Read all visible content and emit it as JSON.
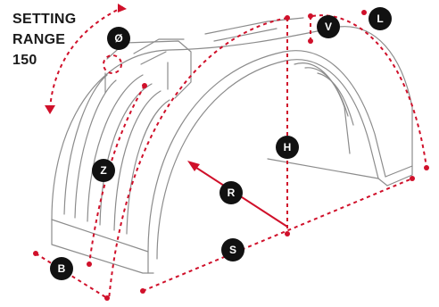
{
  "setting_range": {
    "line1": "SETTING",
    "line2": "RANGE",
    "line3": "150"
  },
  "labels": {
    "diameter": "Ø",
    "v": "V",
    "l": "L",
    "h": "H",
    "z": "Z",
    "r": "R",
    "s": "S",
    "b": "B"
  },
  "colors": {
    "dimension": "#d0102a",
    "badge": "#111111",
    "outline": "#8c8c8c"
  }
}
